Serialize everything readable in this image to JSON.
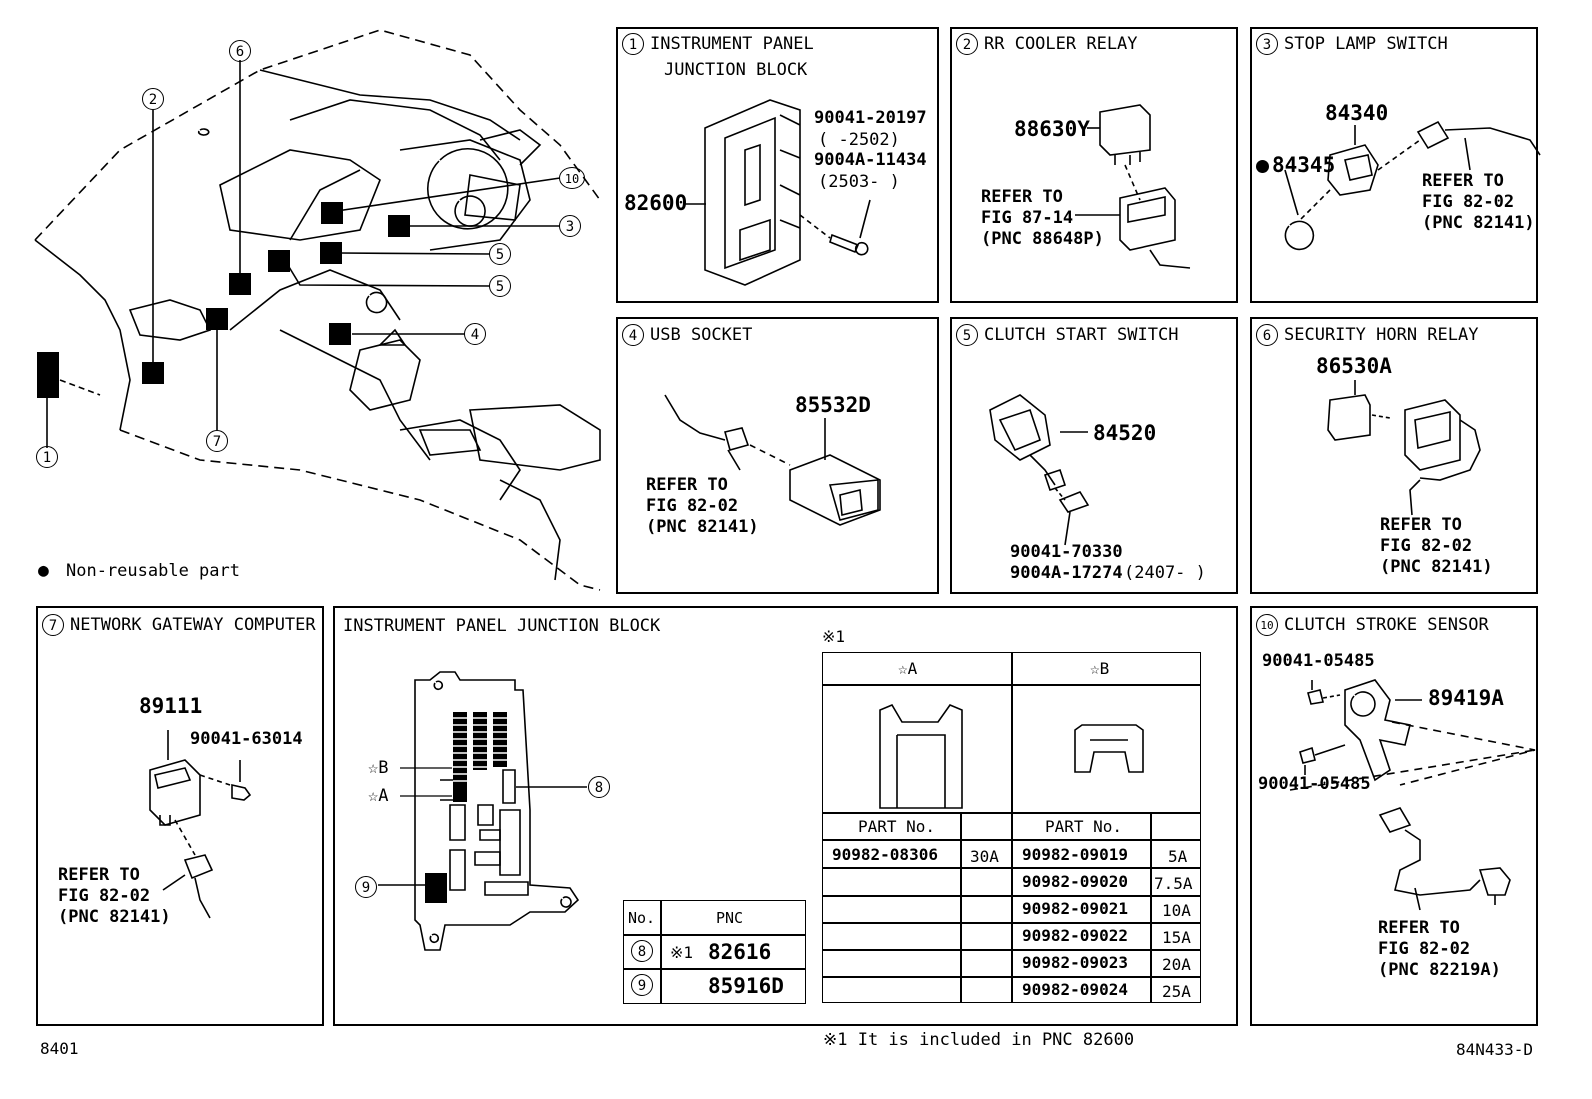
{
  "panels": {
    "p1": {
      "num": "1",
      "title_line1": "INSTRUMENT PANEL",
      "title_line2": "JUNCTION BLOCK",
      "part_main": "82600",
      "part_a": "90041-20197",
      "part_a_range": "(      -2502)",
      "part_b": "9004A-11434",
      "part_b_range": "(2503-      )"
    },
    "p2": {
      "num": "2",
      "title": "RR COOLER RELAY",
      "part": "88630Y",
      "refer": "REFER TO\nFIG 87-14\n(PNC 88648P)"
    },
    "p3": {
      "num": "3",
      "title": "STOP LAMP SWITCH",
      "part_a": "84340",
      "part_b": "84345",
      "refer": "REFER TO\nFIG 82-02\n(PNC 82141)"
    },
    "p4": {
      "num": "4",
      "title": "USB SOCKET",
      "part": "85532D",
      "refer": "REFER TO\nFIG 82-02\n(PNC 82141)"
    },
    "p5": {
      "num": "5",
      "title": "CLUTCH START SWITCH",
      "part_a": "84520",
      "part_b": "90041-70330",
      "part_c": "9004A-17274",
      "part_c_range": "(2407-      )"
    },
    "p6": {
      "num": "6",
      "title": "SECURITY HORN RELAY",
      "part": "86530A",
      "refer": "REFER TO\nFIG 82-02\n(PNC 82141)"
    },
    "p7": {
      "num": "7",
      "title": "NETWORK GATEWAY COMPUTER",
      "part_a": "89111",
      "part_b": "90041-63014",
      "refer": "REFER TO\nFIG 82-02\n(PNC 82141)"
    },
    "p10": {
      "num": "10",
      "title": "CLUTCH STROKE SENSOR",
      "part_a": "90041-05485",
      "part_b": "89419A",
      "part_c": "90041-05485",
      "refer": "REFER TO\nFIG 82-02\n(PNC 82219A)"
    }
  },
  "overview": {
    "callouts": [
      "1",
      "2",
      "3",
      "4",
      "5",
      "5",
      "6",
      "7",
      "10"
    ],
    "legend_dot": "●",
    "legend_text": "Non-reusable part"
  },
  "junction": {
    "title": "INSTRUMENT PANEL JUNCTION BLOCK",
    "star_b": "☆B",
    "star_a": "☆A",
    "callout_8": "8",
    "callout_9": "9",
    "note_mark": "※1",
    "col_a": "☆A",
    "col_b": "☆B",
    "part_header": "PART No.",
    "fuse_a": [
      {
        "part": "90982-08306",
        "amp": "30A"
      }
    ],
    "fuse_b": [
      {
        "part": "90982-09019",
        "amp": "5A"
      },
      {
        "part": "90982-09020",
        "amp": "7.5A"
      },
      {
        "part": "90982-09021",
        "amp": "10A"
      },
      {
        "part": "90982-09022",
        "amp": "15A"
      },
      {
        "part": "90982-09023",
        "amp": "20A"
      },
      {
        "part": "90982-09024",
        "amp": "25A"
      }
    ],
    "pnc_header_no": "No.",
    "pnc_header_pnc": "PNC",
    "pnc_rows": [
      {
        "no": "8",
        "mark": "※1",
        "pnc": "82616"
      },
      {
        "no": "9",
        "mark": "",
        "pnc": "85916D"
      }
    ]
  },
  "footer": {
    "left": "8401",
    "note": "※1 It is included in PNC 82600",
    "right": "84N433-D"
  }
}
